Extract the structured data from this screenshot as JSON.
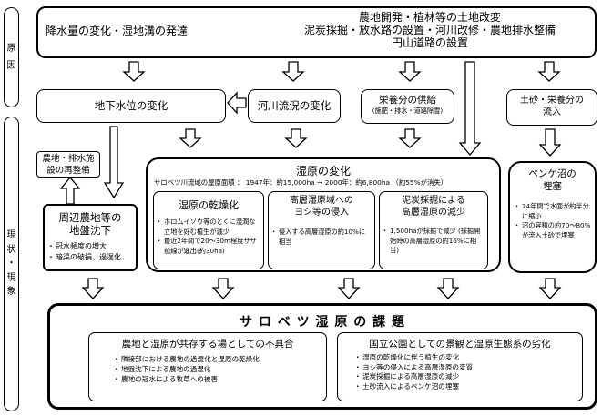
{
  "side": {
    "cause": [
      "原",
      "因"
    ],
    "current": [
      "現",
      "状",
      "・",
      "現",
      "象"
    ]
  },
  "causes": {
    "left": "降水量の変化・湿地溝の発達",
    "right": [
      "農地開発・植林等の土地改変",
      "泥炭採掘・放水路の設置・河川改修・農地排水整備",
      "円山道路の設置"
    ]
  },
  "row2": {
    "groundwater": "地下水位の変化",
    "river": "河川流況の変化",
    "nutrient_title": "栄養分の供給",
    "nutrient_sub": "(施肥・排水・道路除雪)",
    "sediment": [
      "土砂・栄養分の",
      "流入"
    ]
  },
  "drainage": [
    "農地・排水施",
    "設の再整備"
  ],
  "subsidence": {
    "title": [
      "周辺農地等の",
      "地盤沈下"
    ],
    "items": [
      "冠水頻度の増大",
      "暗渠の破損、過湿化"
    ]
  },
  "wetland": {
    "title": "湿原の変化",
    "area_line": "サロベツ川流域の屋原面積 ： 1947年：約15,000ha → 2000年：約6,800ha （約55%が消失）",
    "drying": {
      "title": "湿原の乾燥化",
      "items": [
        "ホロムイソウ等のとくに湿潤な立地を好む植生が減少",
        "最近2年間で20～30m程度ササ前線が進出(約30ha)"
      ]
    },
    "reed": {
      "title": [
        "高層湿原域への",
        "ヨシ等の侵入"
      ],
      "items": [
        "侵入する高層湿原の約10%に相当"
      ]
    },
    "peat": {
      "title": [
        "泥炭採掘による",
        "高層湿原の減少"
      ],
      "items": [
        "1,500haが採掘で減少 (採掘開始時の高層湿原の約16%に相当)"
      ]
    }
  },
  "penke": {
    "title": [
      "ペンケ沼の",
      "埋塞"
    ],
    "items": [
      "74年間で水面が約半分に縮小",
      "沼の容積の約70～80%が流入土砂で埋塞"
    ]
  },
  "issues": {
    "title": "サ ロ ベ ツ 湿 原 の 課 題",
    "left_title": "農地と湿原が共存する場としての不具合",
    "left_items": [
      "隣接部における農地の過湿化と湿原の乾燥化",
      "地盤沈下による農地の過湿化",
      "農地の冠水による牧草への被害"
    ],
    "right_title": "国立公園としての景観と湿原生態系の劣化",
    "right_items": [
      "湿原の乾燥化に伴う植生の変化",
      "ヨシ等の侵入による高層湿原の変質",
      "泥炭採掘による高層湿原の減少",
      "土砂流入によるペンケ沼の埋塞"
    ]
  }
}
